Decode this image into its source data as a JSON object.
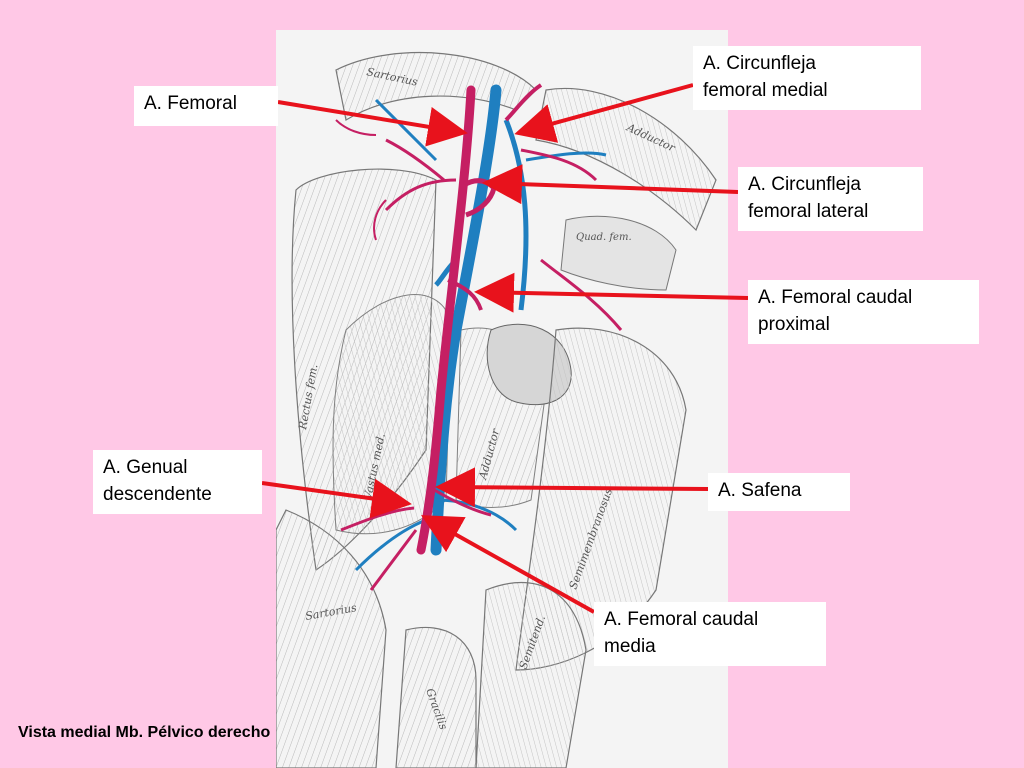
{
  "slide": {
    "background": "#ffc8e6",
    "caption": "Vista medial Mb. Pélvico derecho"
  },
  "colors": {
    "artery": "#c51f63",
    "vein": "#1f7fc0",
    "arrow": "#e8121c"
  },
  "labels": {
    "femoral": "A. Femoral",
    "circunfleja_medial": "A. Circunfleja\nfemoral medial",
    "circunfleja_lateral": "A. Circunfleja\nfemoral lateral",
    "femoral_caudal_proximal": "A. Femoral caudal\nproximal",
    "genual_descendente": "A. Genual\ndescendente",
    "safena": "A. Safena",
    "femoral_caudal_media": "A. Femoral caudal\nmedia"
  },
  "muscle_labels": {
    "sartorius_top": "Sartorius",
    "adductor_top": "Adductor",
    "quadratus": "Quad. fem.",
    "rectus_femoris": "Rectus fem.",
    "vastus_medialis": "Vastus med.",
    "adductor_mid": "Adductor",
    "semimembranosus": "Semimembranosus",
    "sartorius_bottom": "Sartorius",
    "semitendinosus": "Semitend.",
    "gracilis": "Gracilis"
  }
}
